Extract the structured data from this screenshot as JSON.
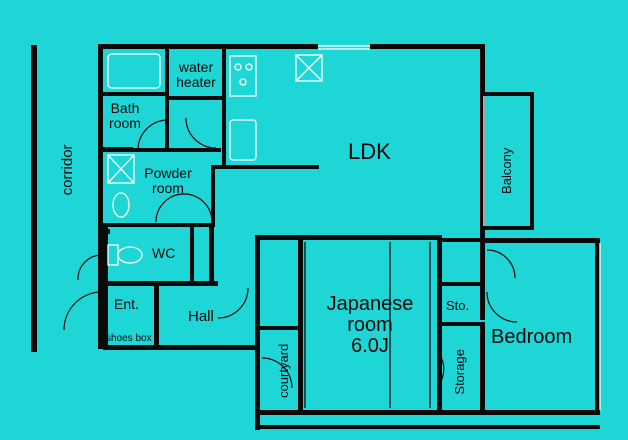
{
  "colors": {
    "background": "#1fd6d6",
    "wall": "#0a0a0a",
    "fixture": "#ffffff"
  },
  "labels": {
    "corridor": "corridor",
    "water_heater_1": "water",
    "water_heater_2": "heater",
    "bath_1": "Bath",
    "bath_2": "room",
    "powder_1": "Powder",
    "powder_2": "room",
    "wc": "WC",
    "ent": "Ent.",
    "shoes_box": "shoes box",
    "hall": "Hall",
    "ldk": "LDK",
    "balcony": "Balcony",
    "japanese_1": "Japanese",
    "japanese_2": "room",
    "japanese_3": "6.0J",
    "courtyard": "courtyard",
    "storage": "Storage",
    "sto": "Sto.",
    "bedroom": "Bedroom"
  }
}
